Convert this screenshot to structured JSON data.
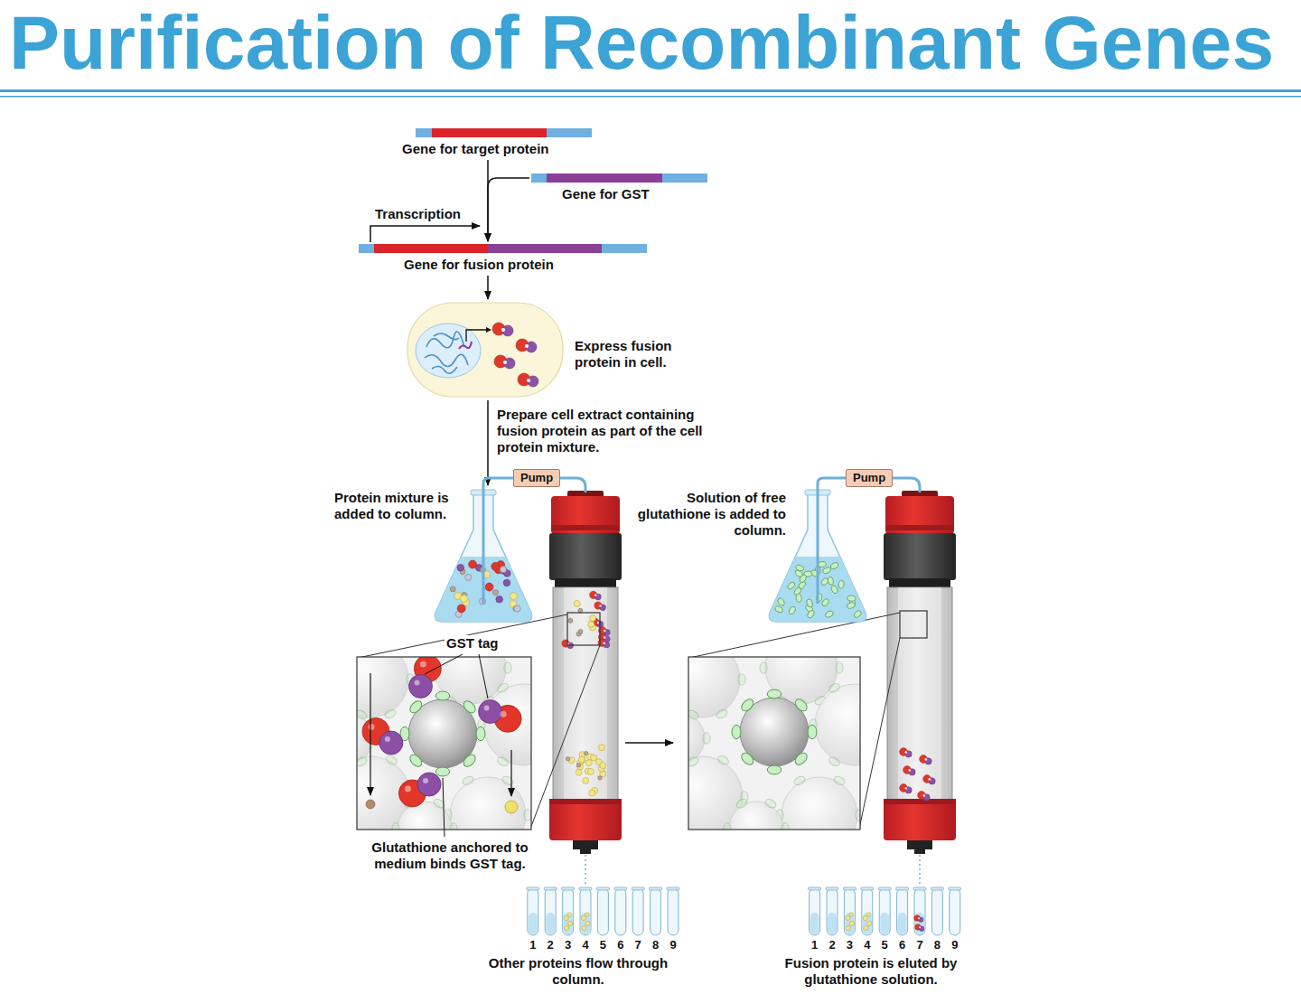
{
  "diagram": {
    "title": "Purification of Recombinant Genes",
    "nodes": [
      {
        "text": [
          "Gene for target protein"
        ]
      },
      {
        "text": [
          "Gene for GST"
        ]
      },
      {
        "text": [
          "Gene for fusion protein"
        ]
      },
      {
        "text": [
          "Express fusion protein in cell."
        ]
      },
      {
        "text": [
          "Protein mixture is added to column."
        ]
      },
      {
        "text": [
          "Pump"
        ]
      },
      {
        "text": [
          "Solution of free glutathione is added to column."
        ]
      },
      {
        "text": [
          "Pump"
        ]
      }
    ],
    "edges": [
      {
        "from": 0,
        "to": 2,
        "arrow": "to"
      },
      {
        "from": 1,
        "to": 2,
        "arrow": "to"
      },
      {
        "from": 2,
        "to": 3,
        "arrow": "to"
      },
      {
        "from": 3,
        "to": 4,
        "label": "Prepare cell extract containing fusion protein as part of the cell protein mixture.",
        "arrow": "to"
      },
      {
        "from": 4,
        "to": 5,
        "arrow": "none"
      },
      {
        "from": 6,
        "to": 7,
        "arrow": "none"
      }
    ],
    "labels": [
      "Transcription",
      "GST tag",
      "Glutathione anchored to medium binds GST tag.",
      "1",
      "2",
      "3",
      "4",
      "5",
      "6",
      "7",
      "8",
      "9",
      "Other proteins flow through column.",
      "1",
      "2",
      "3",
      "4",
      "5",
      "6",
      "7",
      "8",
      "9",
      "Fusion protein is eluted by glutathione solution."
    ]
  }
}
